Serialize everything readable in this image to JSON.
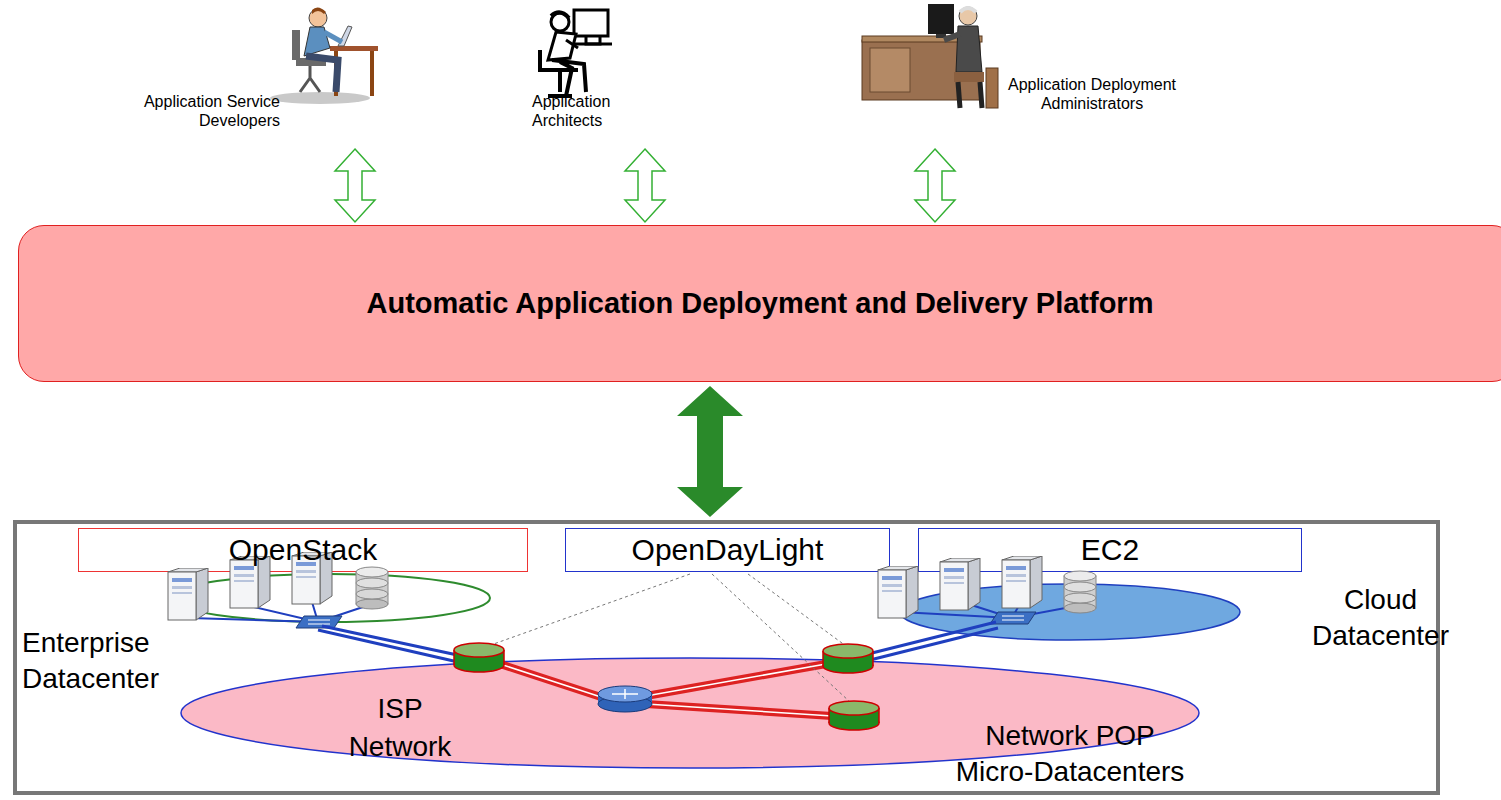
{
  "diagram": {
    "nodes": [
      {
        "text": [
          "Application Service Developers"
        ]
      },
      {
        "text": [
          "Application Architects"
        ]
      },
      {
        "text": [
          "Application Deployment Administrators"
        ]
      },
      {
        "text": [
          "Automatic Application Deployment and Delivery Platform"
        ]
      },
      {
        "text": []
      },
      {
        "text": [
          "OpenStack"
        ],
        "in": 4
      },
      {
        "text": [
          "OpenDayLight"
        ],
        "in": 4
      },
      {
        "text": [
          "EC2"
        ],
        "in": 4
      },
      {
        "text": [
          "ISP Network"
        ],
        "in": 4
      }
    ],
    "edges": [
      {
        "from": 0,
        "to": 3,
        "arrow": "both"
      },
      {
        "from": 1,
        "to": 3,
        "arrow": "both"
      },
      {
        "from": 2,
        "to": 3,
        "arrow": "both"
      },
      {
        "from": 3,
        "to": 4,
        "arrow": "both"
      }
    ],
    "labels": [
      "Enterprise Datacenter",
      "Cloud Datacenter",
      "Network POP Micro-Datacenters"
    ]
  }
}
